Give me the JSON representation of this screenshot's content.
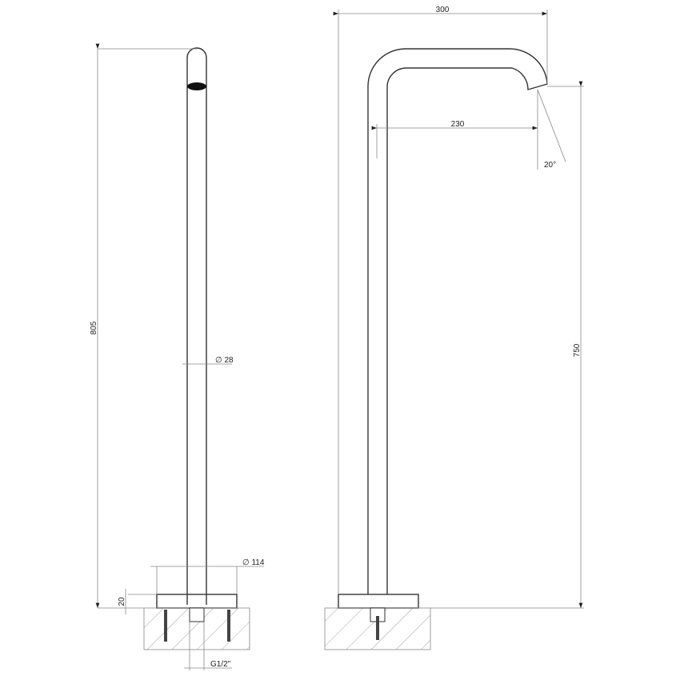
{
  "drawing": {
    "title": "Freestanding spout technical drawing",
    "front_view": {
      "height_label": "805",
      "pipe_diameter_label": "∅ 28",
      "base_diameter_label": "∅ 114",
      "base_thickness_label": "20",
      "connection_label": "G1/2\""
    },
    "side_view": {
      "overall_width_label": "300",
      "spout_reach_label": "230",
      "angle_label": "20°",
      "outlet_height_label": "750"
    }
  }
}
